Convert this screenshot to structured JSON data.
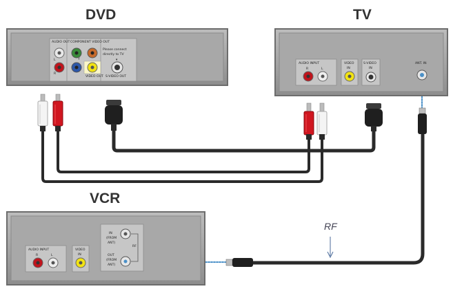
{
  "devices": {
    "dvd": {
      "title": "DVD",
      "audio_out": "AUDIO OUT",
      "component_out": "COMPONENT VIDEO OUT",
      "note": "Please connect directly to TV",
      "video_out": "VIDEO OUT",
      "svideo_out": "S-VIDEO OUT",
      "jack_l": "L",
      "jack_r": "R",
      "jack_y": "Y"
    },
    "tv": {
      "title": "TV",
      "audio_input": "AUDIO INPUT",
      "jack_r": "R",
      "jack_l": "L",
      "video": "VIDEO",
      "video_in": "IN",
      "svideo": "S-VIDEO",
      "svideo_in": "IN",
      "ant_in": "ANT. IN"
    },
    "vcr": {
      "title": "VCR",
      "audio_input": "AUDIO INPUT",
      "jack_r": "R",
      "jack_l": "L",
      "video": "VIDEO",
      "video_in": "IN",
      "in": "IN",
      "from": "(FROM",
      "ant": "ANT)",
      "out": "OUT",
      "rf_tag": "RF"
    }
  },
  "cable_label": "RF",
  "colors": {
    "panel": "#9a9a9a",
    "panel_inner": "#b4b4b4",
    "audio_red": "#c0141c",
    "audio_white": "#f0f0f0",
    "video_yellow": "#f2e313",
    "comp_green": "#3a8a3a",
    "comp_blue": "#2b56a8",
    "comp_red": "#c0392b",
    "cable": "#2a2a2a",
    "rf_dots": "#4a90c8"
  }
}
